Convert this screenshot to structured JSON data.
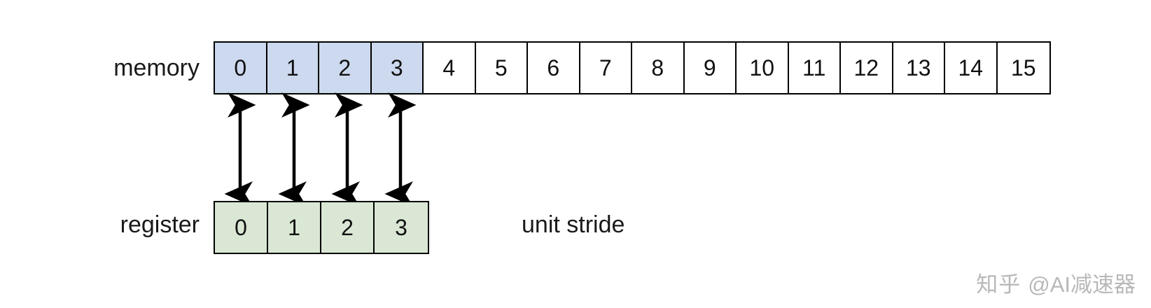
{
  "diagram": {
    "memory": {
      "label": "memory",
      "cells": [
        "0",
        "1",
        "2",
        "3",
        "4",
        "5",
        "6",
        "7",
        "8",
        "9",
        "10",
        "11",
        "12",
        "13",
        "14",
        "15"
      ],
      "highlighted_indices": [
        0,
        1,
        2,
        3
      ],
      "highlight_color": "#ccd9ee"
    },
    "register": {
      "label": "register",
      "cells": [
        "0",
        "1",
        "2",
        "3"
      ],
      "fill_color": "#d9e7d4"
    },
    "arrows": {
      "count": 4,
      "style": "double-headed-vertical",
      "color": "#000000"
    },
    "caption": "unit stride"
  },
  "watermark": {
    "mark": "知乎",
    "handle": "@AI减速器",
    "color": "#b8b8b8"
  }
}
